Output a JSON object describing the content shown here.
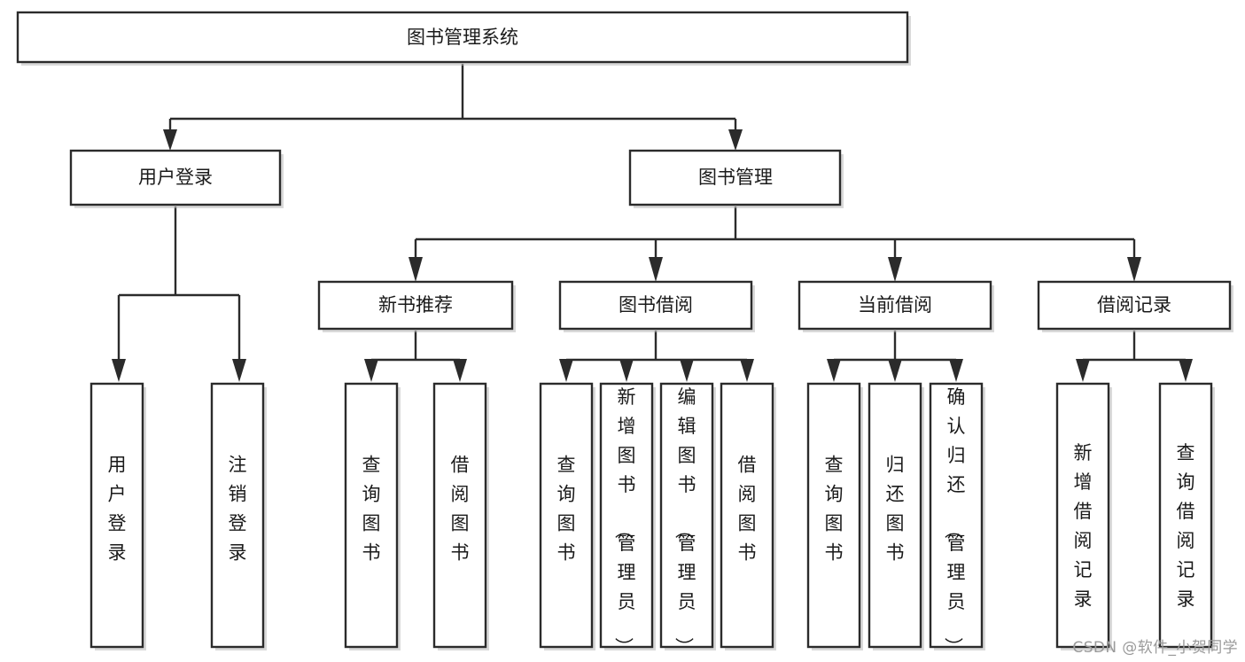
{
  "diagram": {
    "type": "tree-hierarchy-chart",
    "title": "图书管理系统",
    "orientation": "top-down",
    "colors": {
      "stroke": "#2b2b2b",
      "fill": "#ffffff",
      "text": "#1a1a1a",
      "watermark": "#9a9a9a",
      "background": "#ffffff"
    },
    "root": {
      "label": "图书管理系统"
    },
    "level2": [
      {
        "label": "用户登录"
      },
      {
        "label": "图书管理"
      }
    ],
    "level3": [
      {
        "label": "新书推荐"
      },
      {
        "label": "图书借阅"
      },
      {
        "label": "当前借阅"
      },
      {
        "label": "借阅记录"
      }
    ],
    "leaves": {
      "user_login": [
        {
          "label": "用户登录"
        },
        {
          "label": "注销登录"
        }
      ],
      "new_book_recommend": [
        {
          "label": "查询图书"
        },
        {
          "label": "借阅图书"
        }
      ],
      "book_borrow": [
        {
          "label": "查询图书"
        },
        {
          "label": "新增图书（管理员）"
        },
        {
          "label": "编辑图书（管理员）"
        },
        {
          "label": "借阅图书"
        }
      ],
      "current_borrow": [
        {
          "label": "查询图书"
        },
        {
          "label": "归还图书"
        },
        {
          "label": "确认归还（管理员）"
        }
      ],
      "borrow_record": [
        {
          "label": "新增借阅记录"
        },
        {
          "label": "查询借阅记录"
        }
      ]
    }
  },
  "watermark": {
    "text": "CSDN @软件_小贺同学"
  }
}
